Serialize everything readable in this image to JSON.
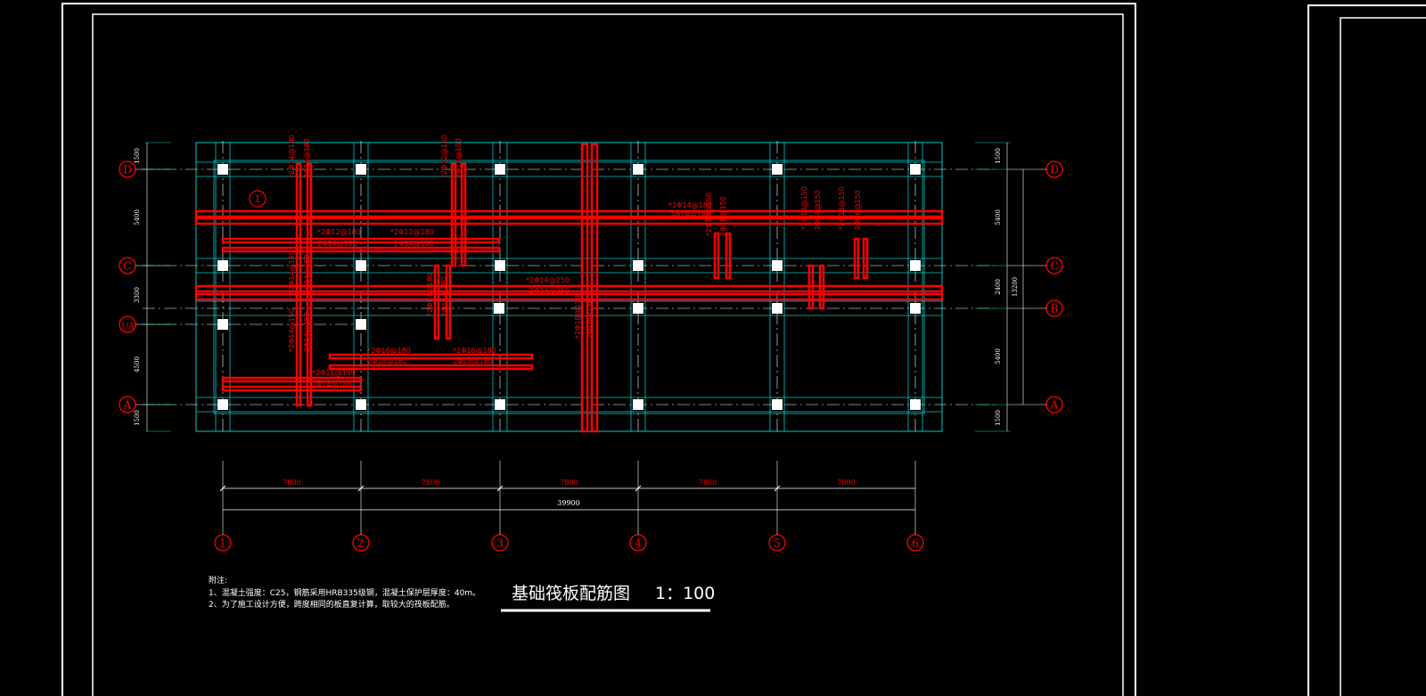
{
  "drawing": {
    "title": "基础筏板配筋图",
    "scale": "1：100",
    "colors": {
      "background": "#000000",
      "frame": "#ffffff",
      "grid": "#00c8c8",
      "rebar": "#ff0000",
      "text": "#ffffff",
      "column": "#ffffff"
    }
  },
  "axes": {
    "columns": [
      "1",
      "2",
      "3",
      "4",
      "5",
      "6"
    ],
    "rows_left": [
      "D",
      "C",
      "1/A",
      "A"
    ],
    "rows_right": [
      "D",
      "C",
      "B",
      "A"
    ]
  },
  "dimensions": {
    "bay_widths": [
      "7800",
      "7800",
      "7800",
      "7800",
      "7800"
    ],
    "total_width": "39900",
    "left_heights": [
      "1500",
      "5400",
      "3300",
      "4500",
      "1500"
    ],
    "right_heights": [
      "1500",
      "5400",
      "2400",
      "5400",
      "1500"
    ],
    "right_total": "13200"
  },
  "panel_label": "1",
  "rebar_labels": [
    "*2Φ12@180",
    "2Φ14@180",
    "*2Φ12@180",
    "2Φ14@180",
    "*2Φ14@250",
    "2Φ14@250",
    "*2Φ14@180",
    "2Φ18@180",
    "*2Φ16@180",
    "2Φ18@180",
    "*2Φ16@180",
    "2Φ18@180",
    "*2Φ16@180",
    "2Φ14@180",
    "*2Φ14@180",
    "2Φ14@180",
    "*2Φ14@150",
    "2Φ14@150",
    "*2Φ12@150",
    "2Φ14@150",
    "*2Φ14@180",
    "2Φ14@180",
    "*2Φ18@150",
    "2Φ18@150",
    "*2Φ14@150",
    "2Φ14@150",
    "*2Φ16@150",
    "2Φ16@150",
    "*2Φ14@150",
    "2Φ14@150",
    "*2Φ18@130",
    "2Φ18@130"
  ],
  "notes": {
    "heading": "附注:",
    "line1": "1、混凝土强度：C25，钢筋采用HRB335级钢，混凝土保护层厚度：40m。",
    "line2": "2、为了施工设计方便，跨度相同的板直复计算，取较大的筏板配筋。"
  }
}
